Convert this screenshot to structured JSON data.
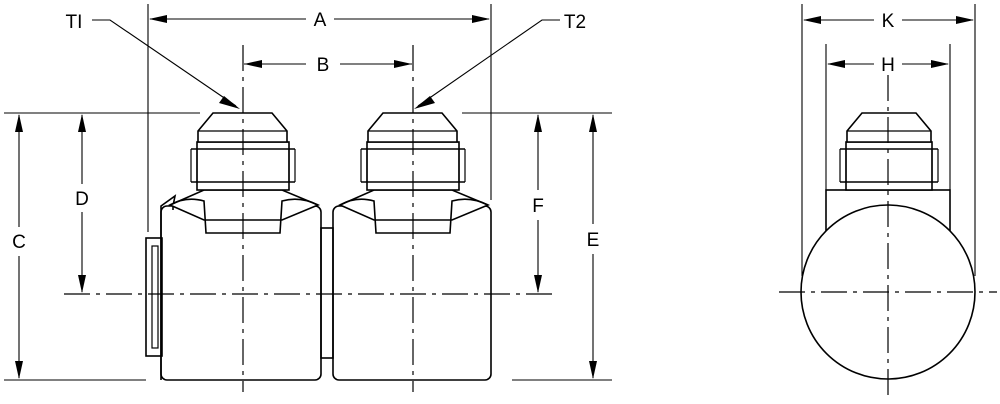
{
  "labels": {
    "t1": "TI",
    "t2": "T2",
    "a": "A",
    "b": "B",
    "c": "C",
    "d": "D",
    "e": "E",
    "f": "F",
    "k": "K",
    "h": "H"
  }
}
